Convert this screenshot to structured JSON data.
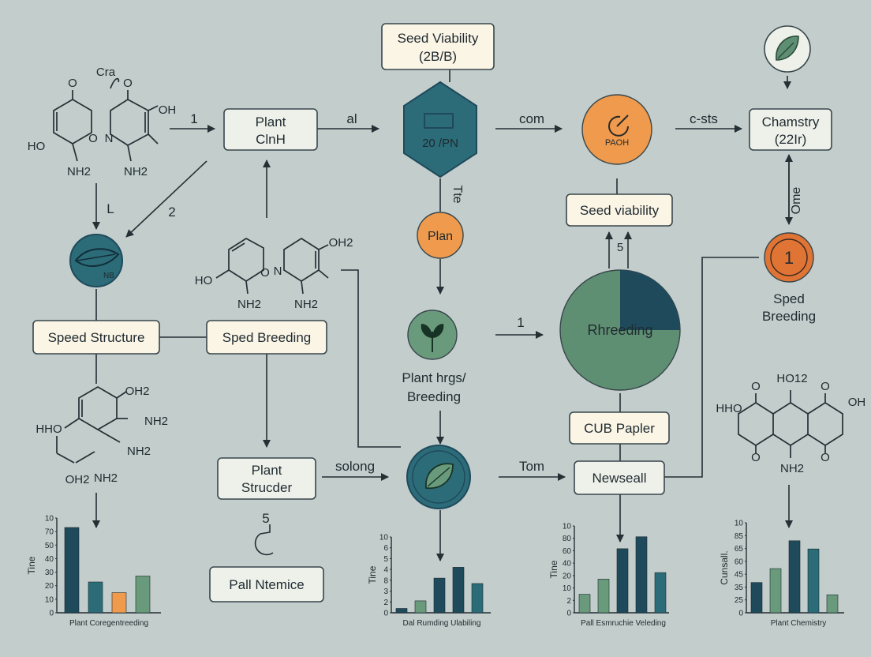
{
  "nodes": {
    "seed_viability_top": "Seed Viability",
    "seed_viability_top_sub": "(2B/B)",
    "plant_clnh_1": "Plant",
    "plant_clnh_2": "ClnH",
    "hexagon_label": "20 /PN",
    "orange_circle_label": "PAOH",
    "chamstry_1": "Chamstry",
    "chamstry_2": "(22Ir)",
    "seed_viability_mid": "Seed viability",
    "plan_circle": "Plan",
    "leaf_circle_label": "NB",
    "speed_structure": "Speed Structure",
    "sped_breeding_box": "Sped Breeding",
    "plant_hrgs_1": "Plant hrgs/",
    "plant_hrgs_2": "Breeding",
    "big_circle_label": "Rhreeding",
    "circle_one_label": "1",
    "sped_breeding_right_1": "Sped",
    "sped_breeding_right_2": "Breeding",
    "cub_papler": "CUB Papler",
    "plant_strucder_1": "Plant",
    "plant_strucder_2": "Strucder",
    "newseall": "Newseall",
    "pall_ntemice": "Pall Ntemice"
  },
  "edge_labels": {
    "e1": "1",
    "e_al": "al",
    "e_com": "com",
    "e_csts": "c-sts",
    "e_L": "L",
    "e_2": "2",
    "e_tte": "Tte",
    "e_5_up": "5",
    "e_ome": "Ome",
    "e_1_mid": "1",
    "e_solong": "solong",
    "e_tom": "Tom",
    "e_5_hook": "5"
  },
  "molecules": {
    "m1": [
      "O",
      "HO",
      "O",
      "NH2"
    ],
    "m2": [
      "Cra",
      "O",
      "OH",
      "N",
      "NH2"
    ],
    "m3": [
      "HO",
      "O",
      "NH2"
    ],
    "m4": [
      "OH2",
      "N",
      "NH2"
    ],
    "m5": [
      "OH2",
      "HHO",
      "NH2",
      "NH2",
      "OH2",
      "NH2"
    ],
    "m6": [
      "O",
      "HO12",
      "O",
      "HHO",
      "OH",
      "O",
      "O",
      "NH2"
    ]
  },
  "chart_data": [
    {
      "type": "bar",
      "title": "",
      "xlabel": "Plant Coregentreeding",
      "ylabel": "Tine",
      "ticks": [
        "0",
        "10",
        "20",
        "30",
        "40",
        "50",
        "70",
        "10"
      ],
      "ylim": [
        0,
        80
      ],
      "values": [
        72,
        26,
        17,
        31
      ],
      "colors": [
        "#1e4a5c",
        "#2c6b78",
        "#ef9a4c",
        "#6a9a7c"
      ]
    },
    {
      "type": "bar",
      "title": "",
      "xlabel": "Dal Rumding Ulabiling",
      "ylabel": "Tine",
      "ticks": [
        "0",
        "2",
        "3",
        "8",
        "4",
        "5",
        "6",
        "10"
      ],
      "ylim": [
        0,
        7
      ],
      "values": [
        0.4,
        1.1,
        3.2,
        4.2,
        2.7
      ],
      "colors": [
        "#1e4a5c",
        "#6a9a7c",
        "#1e4a5c",
        "#1e4a5c",
        "#2c6b78"
      ]
    },
    {
      "type": "bar",
      "title": "",
      "xlabel": "Pall Esmruchie Veleding",
      "ylabel": "Tine",
      "ticks": [
        "0",
        "2",
        "10",
        "20",
        "40",
        "60",
        "80",
        "10"
      ],
      "ylim": [
        0,
        80
      ],
      "values": [
        17,
        31,
        59,
        70,
        37
      ],
      "colors": [
        "#6a9a7c",
        "#6a9a7c",
        "#1e4a5c",
        "#1e4a5c",
        "#2c6b78"
      ]
    },
    {
      "type": "bar",
      "title": "",
      "xlabel": "Plant Chemistry",
      "ylabel": "Cunsall.",
      "ticks": [
        "0",
        "25",
        "35",
        "45",
        "60",
        "65",
        "85",
        "10"
      ],
      "ylim": [
        0,
        110
      ],
      "values": [
        37,
        54,
        88,
        78,
        22
      ],
      "colors": [
        "#1e4a5c",
        "#6a9a7c",
        "#1e4a5c",
        "#2c6b78",
        "#6a9a7c"
      ]
    }
  ],
  "colors": {
    "background": "#c3cdcb",
    "teal": "#2c6b78",
    "navy": "#1e4a5c",
    "orange": "#ef9a4c",
    "deep_orange": "#e07434",
    "sage": "#6a9a7c",
    "box_fill": "#eef1ea"
  }
}
